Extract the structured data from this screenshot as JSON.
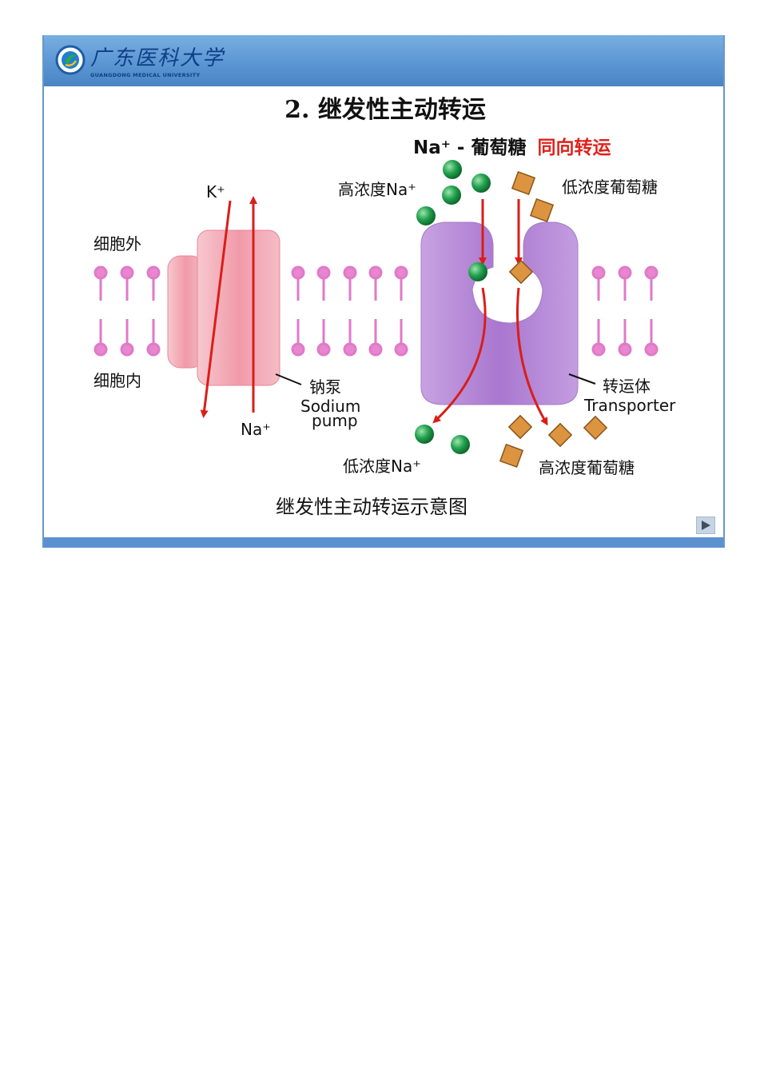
{
  "header": {
    "university_cn": "广东医科大学",
    "university_en": "GUANGDONG MEDICAL UNIVERSITY"
  },
  "slide": {
    "title": "2. 继发性主动转运",
    "subtitle_main": "Na⁺ - 葡萄糖",
    "subtitle_red": "同向转运",
    "caption": "继发性主动转运示意图"
  },
  "labels": {
    "k_ion": "K⁺",
    "na_ion": "Na⁺",
    "high_na": "高浓度Na⁺",
    "low_glucose": "低浓度葡萄糖",
    "extracellular": "细胞外",
    "intracellular": "细胞内",
    "pump_cn": "钠泵",
    "pump_en_1": "Sodium",
    "pump_en_2": "pump",
    "transporter_cn": "转运体",
    "transporter_en": "Transporter",
    "low_na": "低浓度Na⁺",
    "high_glucose": "高浓度葡萄糖"
  },
  "colors": {
    "header_blue": "#5b96d4",
    "title_red": "#e0211b",
    "arrow_red": "#d91e18",
    "lipid_pink": "#e07ac8",
    "pump_pink": "#f2a6b2",
    "transporter_purple": "#b98ad9",
    "sodium_green": "#1f9a4a",
    "glucose_orange": "#d98a32"
  },
  "icons": [
    "university-logo-icon",
    "next-slide-icon"
  ]
}
